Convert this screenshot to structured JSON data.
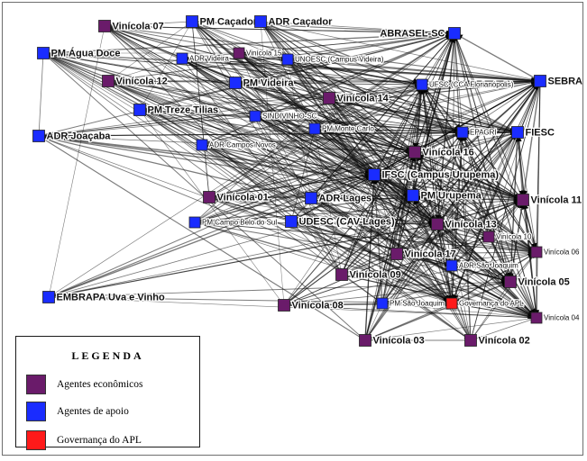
{
  "colors": {
    "economic": "#6a1b6a",
    "support": "#1a2cff",
    "governance": "#ff1a1a",
    "edge": "#111111"
  },
  "nodes": [
    {
      "id": "v07",
      "label": "Vinícola 07",
      "type": "economic"
    },
    {
      "id": "pmcac",
      "label": "PM Caçador",
      "type": "support"
    },
    {
      "id": "adrcac",
      "label": "ADR Caçador",
      "type": "support"
    },
    {
      "id": "abrasel",
      "label": "ABRASEL-SC",
      "type": "support"
    },
    {
      "id": "pmagua",
      "label": "PM Água Doce",
      "type": "support"
    },
    {
      "id": "v15",
      "label": "Vinícola 15",
      "type": "economic"
    },
    {
      "id": "adrvid",
      "label": "ADR Videira",
      "type": "support"
    },
    {
      "id": "unoesc",
      "label": "UNOESC (Campus Videira)",
      "type": "support"
    },
    {
      "id": "v12",
      "label": "Vinícola 12",
      "type": "economic"
    },
    {
      "id": "pmvid",
      "label": "PM Videira",
      "type": "support"
    },
    {
      "id": "ufsc",
      "label": "UFSC (CCA Florianópolis)",
      "type": "support"
    },
    {
      "id": "sebrae",
      "label": "SEBRAE",
      "type": "support"
    },
    {
      "id": "v14",
      "label": "Vinícola 14",
      "type": "economic"
    },
    {
      "id": "pmtt",
      "label": "PM Treze Tilias",
      "type": "support"
    },
    {
      "id": "sindi",
      "label": "SINDIVINHO-SC",
      "type": "support"
    },
    {
      "id": "pmmc",
      "label": "PM Monte Carlo",
      "type": "support"
    },
    {
      "id": "epagri",
      "label": "EPAGRI",
      "type": "support"
    },
    {
      "id": "fiesc",
      "label": "FIESC",
      "type": "support"
    },
    {
      "id": "adrjoa",
      "label": "ADR Joaçaba",
      "type": "support"
    },
    {
      "id": "adrcn",
      "label": "ADR Campos Novos",
      "type": "support"
    },
    {
      "id": "v16",
      "label": "Vinícola 16",
      "type": "economic"
    },
    {
      "id": "ifsc",
      "label": "IFSC (Campus Urupema)",
      "type": "support"
    },
    {
      "id": "v01",
      "label": "Vinícola 01",
      "type": "economic"
    },
    {
      "id": "adrlag",
      "label": "ADR Lages",
      "type": "support"
    },
    {
      "id": "pmuru",
      "label": "PM Urupema",
      "type": "support"
    },
    {
      "id": "v11",
      "label": "Vinícola 11",
      "type": "economic"
    },
    {
      "id": "pmcbs",
      "label": "PM Campo Belo do Sul",
      "type": "support"
    },
    {
      "id": "udesc",
      "label": "UDESC (CAV-Lages)",
      "type": "support"
    },
    {
      "id": "v13",
      "label": "Vinícola 13",
      "type": "economic"
    },
    {
      "id": "v10",
      "label": "Vinícola 10",
      "type": "economic"
    },
    {
      "id": "v17",
      "label": "Vinícola 17",
      "type": "economic"
    },
    {
      "id": "v06",
      "label": "Vinícola 06",
      "type": "economic"
    },
    {
      "id": "adrsj",
      "label": "ADR São Joaquim",
      "type": "support"
    },
    {
      "id": "v09",
      "label": "Vinícola 09",
      "type": "economic"
    },
    {
      "id": "v05",
      "label": "Vinícola 05",
      "type": "economic"
    },
    {
      "id": "embrapa",
      "label": "EMBRAPA Uva e Vinho",
      "type": "support"
    },
    {
      "id": "pmsj",
      "label": "PM São Joaquim",
      "type": "support"
    },
    {
      "id": "gov",
      "label": "Governança do APL",
      "type": "governance"
    },
    {
      "id": "v08",
      "label": "Vinícola 08",
      "type": "economic"
    },
    {
      "id": "v04",
      "label": "Vinícola 04",
      "type": "economic"
    },
    {
      "id": "v03",
      "label": "Vinícola 03",
      "type": "economic"
    },
    {
      "id": "v02",
      "label": "Vinícola 02",
      "type": "economic"
    }
  ],
  "legend": {
    "title": "LEGENDA",
    "items": [
      {
        "label": "Agentes econômicos",
        "type": "economic"
      },
      {
        "label": "Agentes de apoio",
        "type": "support"
      },
      {
        "label": "Governança do APL",
        "type": "governance"
      }
    ]
  }
}
